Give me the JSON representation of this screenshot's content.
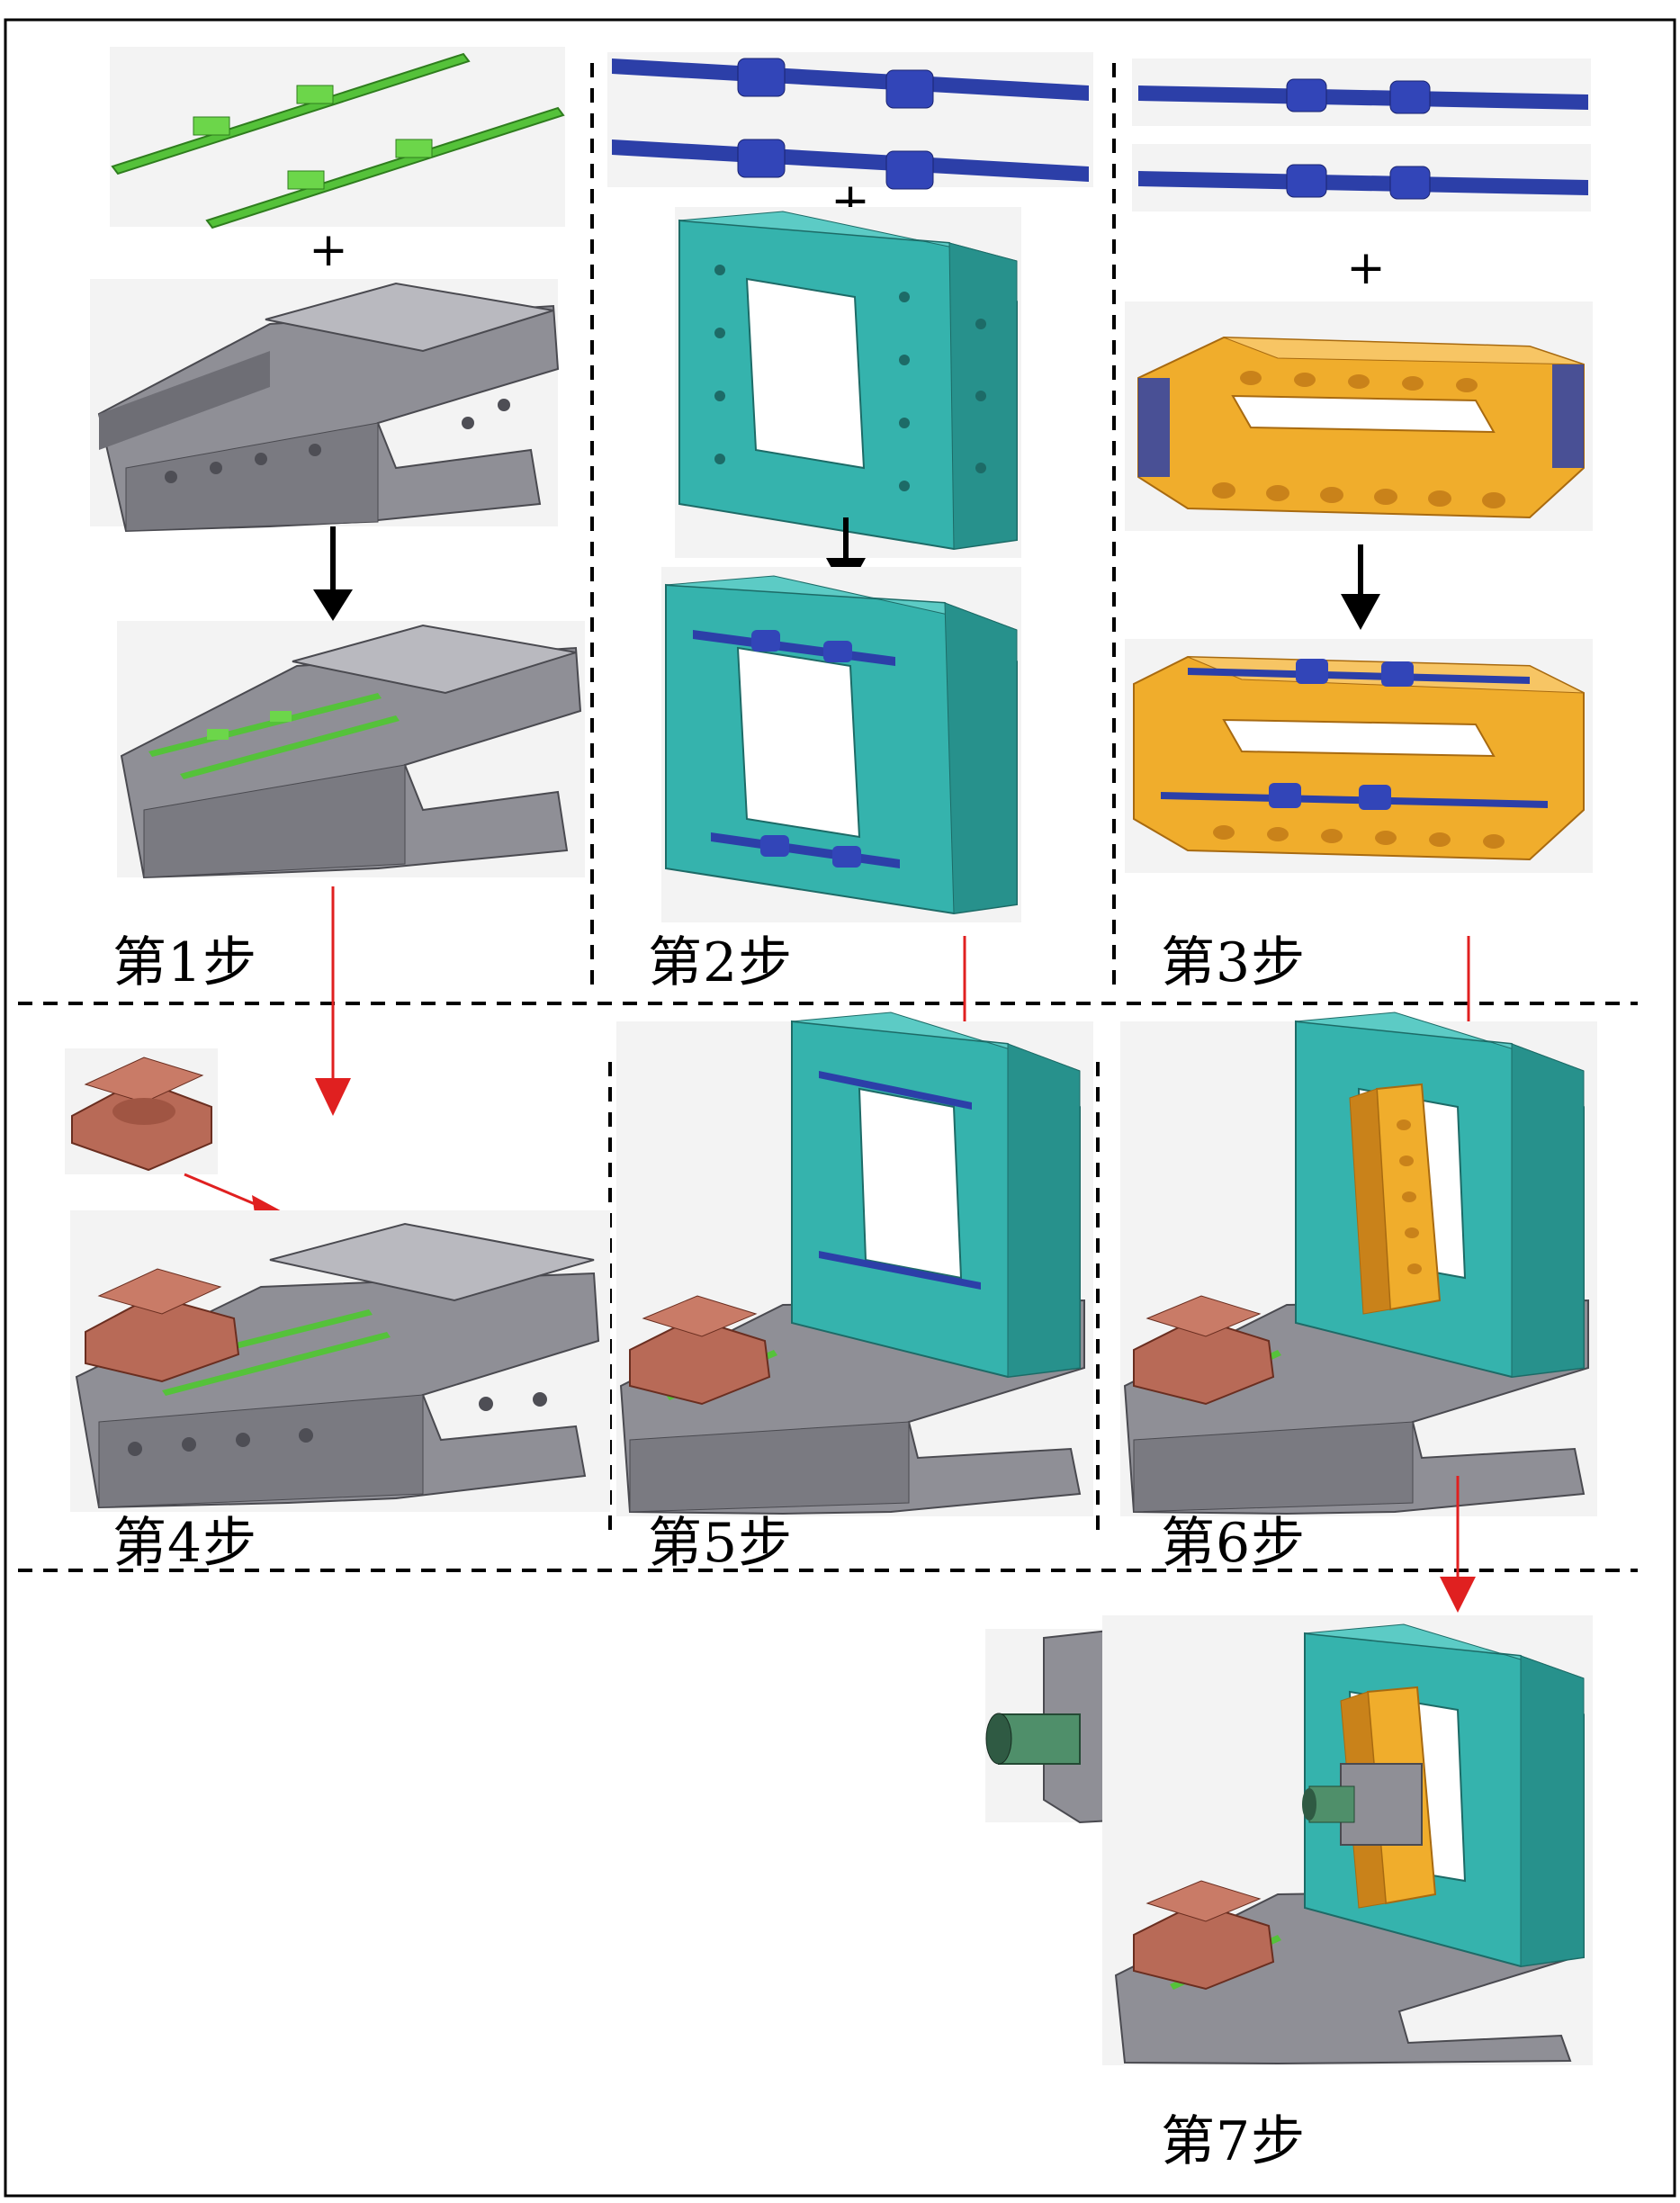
{
  "figure": {
    "steps": [
      {
        "label": "第1步"
      },
      {
        "label": "第2步"
      },
      {
        "label": "第3步"
      },
      {
        "label": "第4步"
      },
      {
        "label": "第5步"
      },
      {
        "label": "第6步"
      },
      {
        "label": "第7步"
      }
    ],
    "plus_sign": "+",
    "colors": {
      "bed": "#8f8f96",
      "bed_dark": "#5c5c63",
      "bed_light": "#b9b9bf",
      "guide_green": "#55c23a",
      "guide_blue": "#2c3fa8",
      "column": "#35b3ad",
      "column_dark": "#23837e",
      "saddle": "#f0ad2c",
      "saddle_dark": "#c9821a",
      "rotary_table": "#b86a57",
      "rotary_table_dark": "#8a4636",
      "spindle_green": "#4f8f6a",
      "spindle_purple": "#8b48c2",
      "assembly_arrow": "#e02020",
      "flow_arrow": "#000000"
    }
  }
}
